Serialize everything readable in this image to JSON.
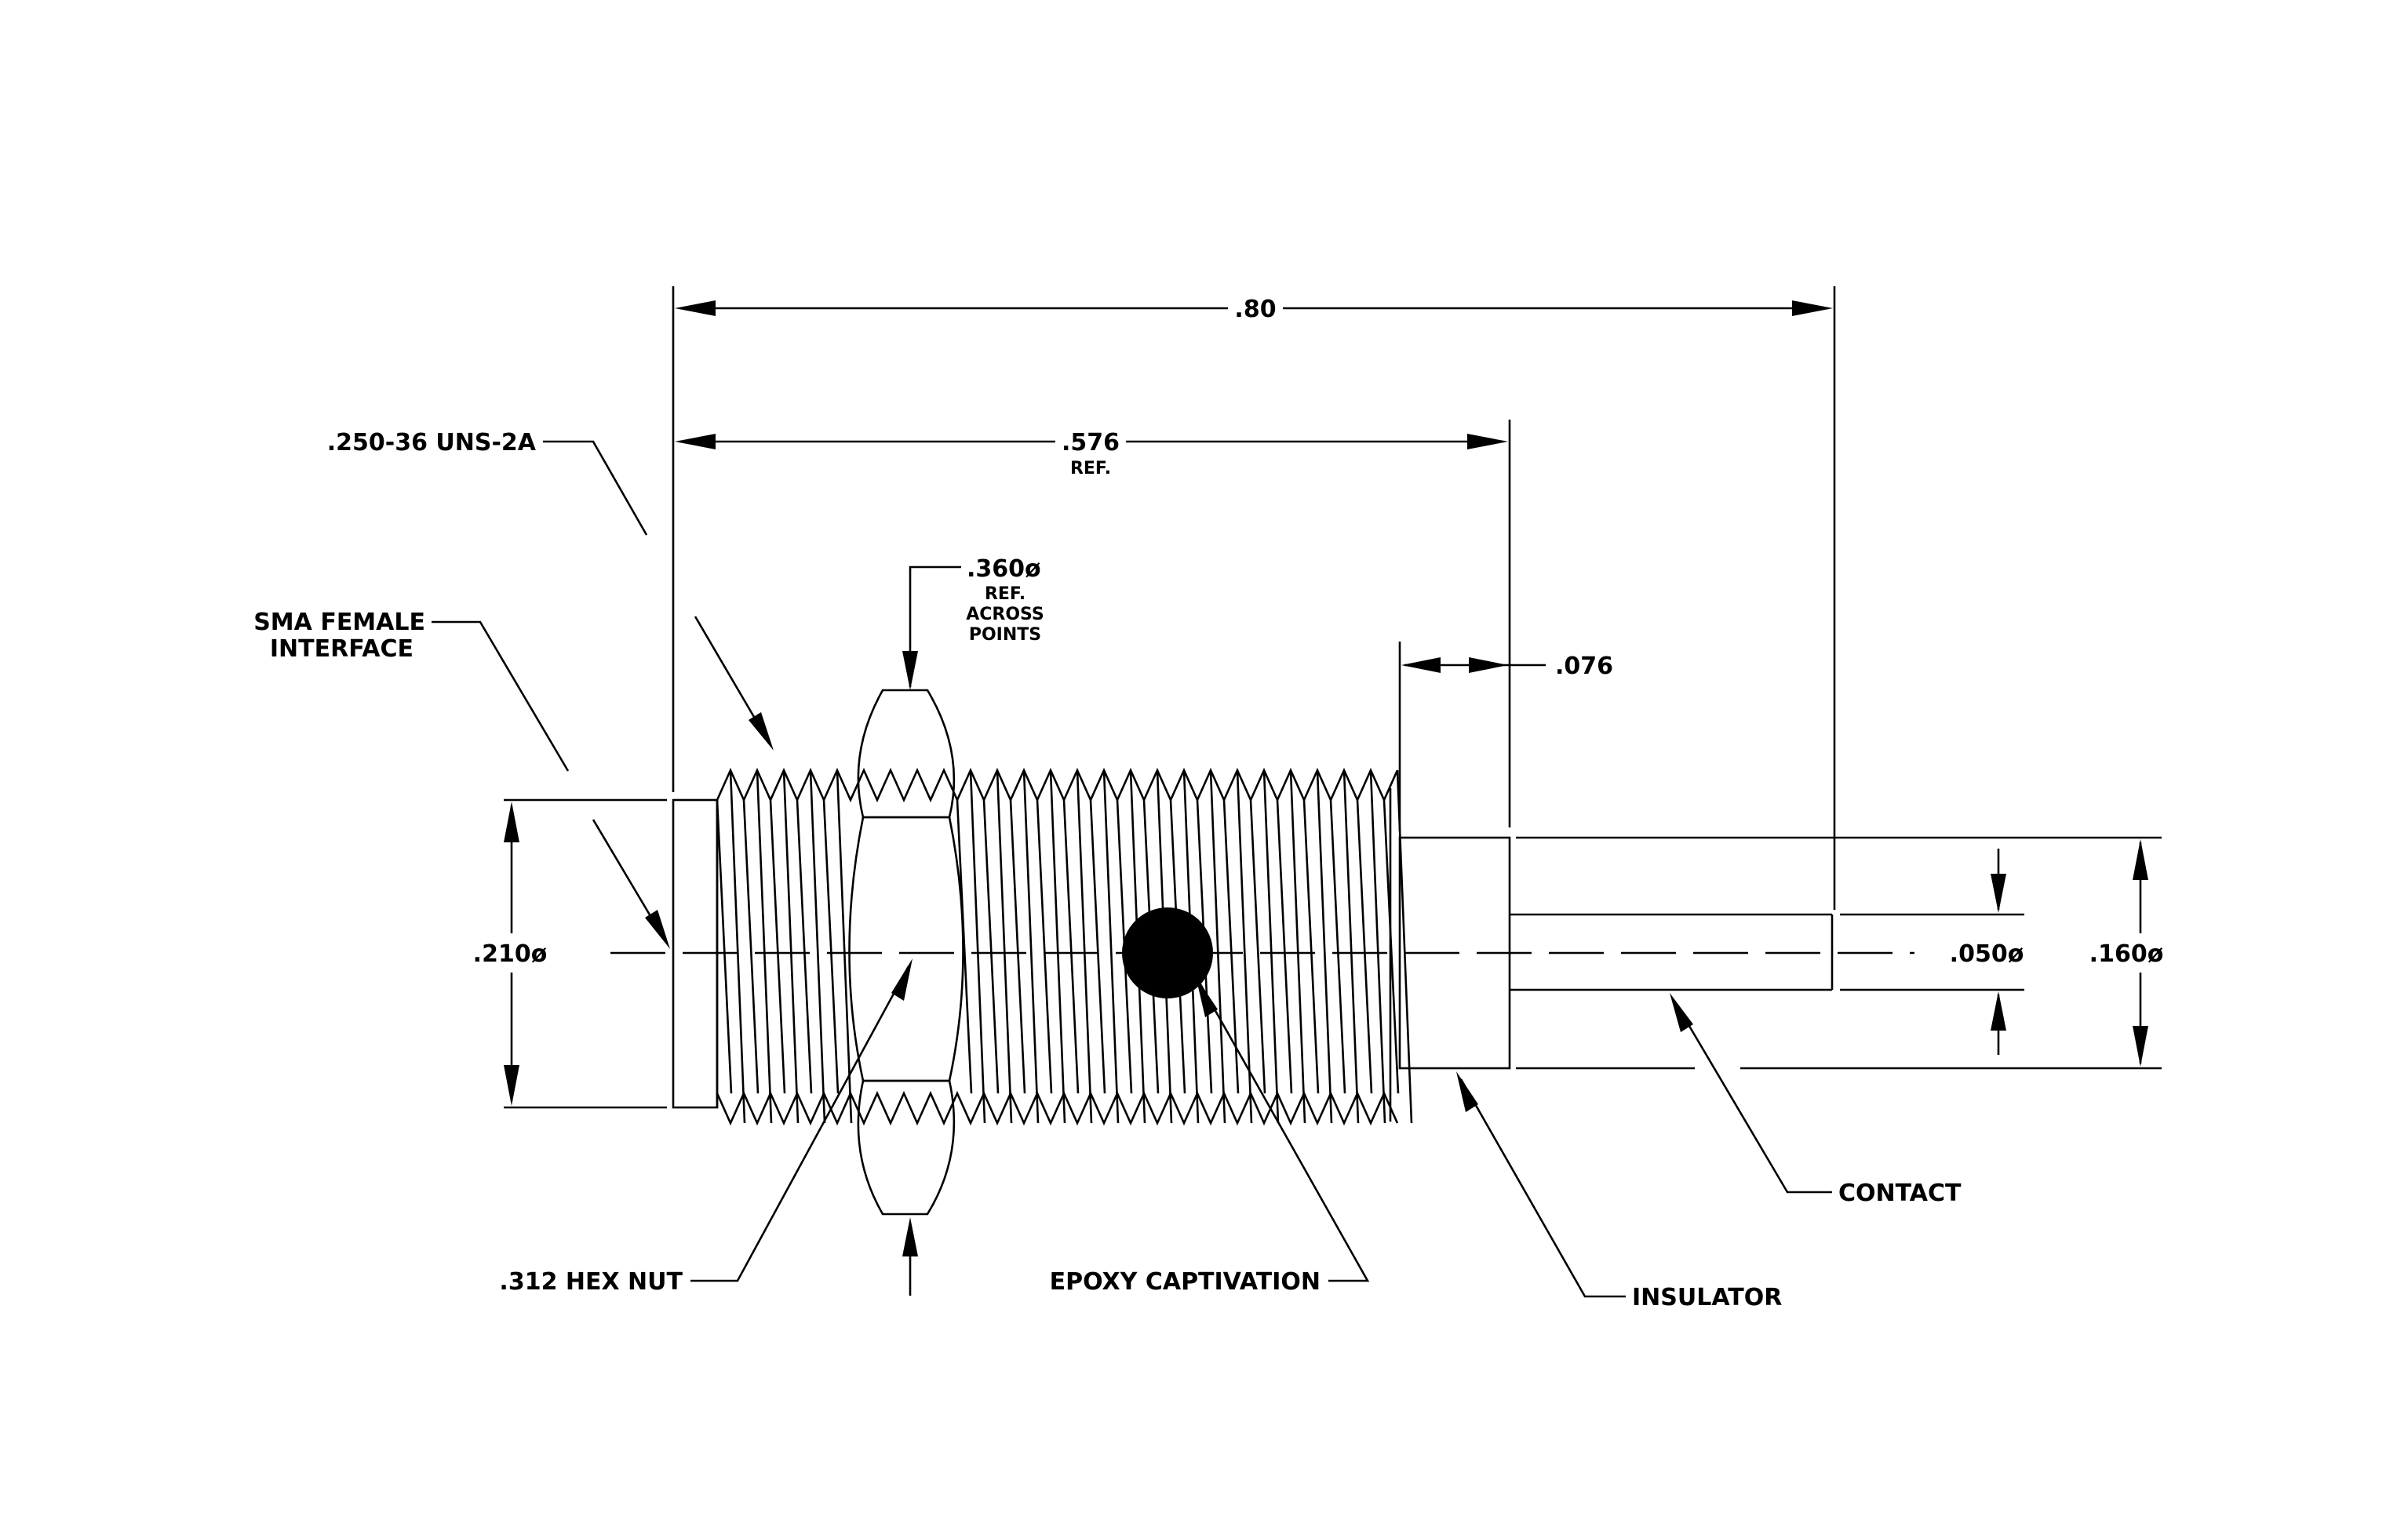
{
  "labels": {
    "overall_length": ".80",
    "body_length": ".576",
    "body_length_note": "REF.",
    "thread_spec": ".250-36 UNS-2A",
    "interface_line1": "SMA FEMALE",
    "interface_line2": "INTERFACE",
    "hex_points": ".360ø",
    "hex_points_note1": "REF.",
    "hex_points_note2": "ACROSS",
    "hex_points_note3": "POINTS",
    "insulator_step": ".076",
    "thread_dia": ".210ø",
    "contact_dia": ".050ø",
    "insulator_dia": ".160ø",
    "hex_nut": ".312 HEX NUT",
    "epoxy": "EPOXY CAPTIVATION",
    "insulator": "INSULATOR",
    "contact": "CONTACT"
  },
  "colors": {
    "line": "#000000",
    "background": "#ffffff"
  }
}
